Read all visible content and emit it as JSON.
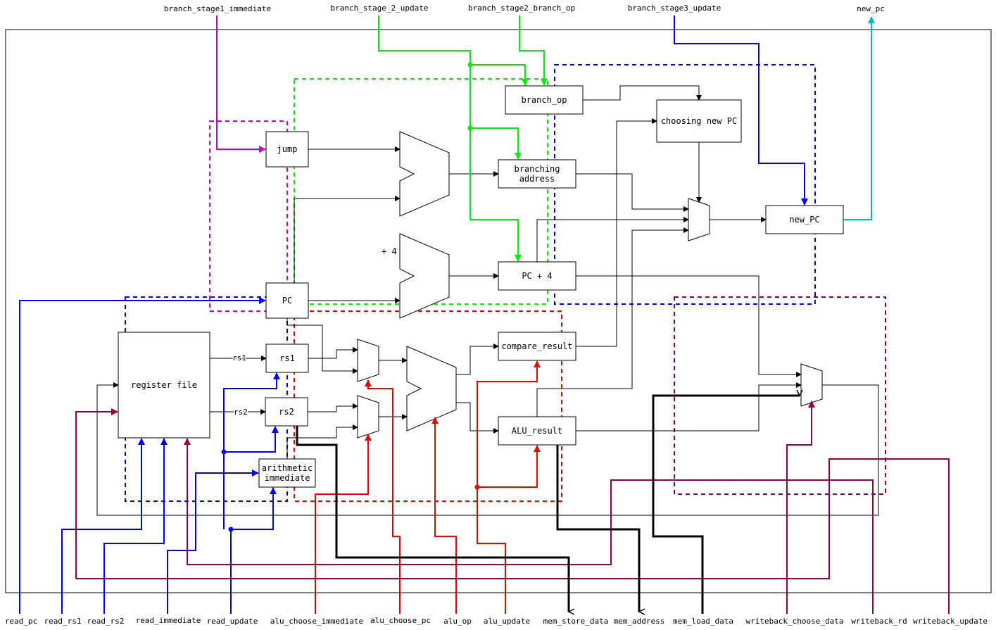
{
  "top_signals": {
    "branch_stage1_immediate": "branch_stage1_immediate",
    "branch_stage_2_update": "branch_stage_2_update",
    "branch_stage2_branch_op": "branch_stage2_branch_op",
    "branch_stage3_update": "branch_stage3_update",
    "new_pc": "new_pc"
  },
  "bottom_signals": {
    "read_pc": "read_pc",
    "read_rs1": "read_rs1",
    "read_rs2": "read_rs2",
    "read_immediate": "read_immediate",
    "read_update": "read_update",
    "alu_choose_immediate": "alu_choose_immediate",
    "alu_choose_pc": "alu_choose_pc",
    "alu_op": "alu_op",
    "alu_update": "alu_update",
    "mem_store_data": "mem_store_data",
    "mem_address": "mem_address",
    "mem_load_data": "mem_load_data",
    "writeback_choose_data": "writeback_choose_data",
    "writeback_rd": "writeback_rd",
    "writeback_update": "writeback_update"
  },
  "blocks": {
    "branch_op": "branch_op",
    "choosing_new_pc": "choosing new PC",
    "jump": "jump",
    "branching_address_1": "branching",
    "branching_address_2": "address",
    "new_pc": "new_PC",
    "plus4_label": "+ 4",
    "pc_plus_4": "PC + 4",
    "pc": "PC",
    "register_file": "register file",
    "rs1": "rs1",
    "rs2": "rs2",
    "compare_result": "compare_result",
    "alu_result": "ALU_result",
    "arith_imm_1": "arithmetic",
    "arith_imm_2": "immediate"
  },
  "wire_labels": {
    "rs1": "rs1",
    "rs2": "rs2"
  },
  "colors": {
    "stage1": "#cc00cc",
    "stage2": "#00ee00",
    "stage3": "#0000ee",
    "read": "#0000ee",
    "alu": "#ee0000",
    "mem": "#000000",
    "writeback": "#990044",
    "new_pc": "#00bbbb"
  }
}
